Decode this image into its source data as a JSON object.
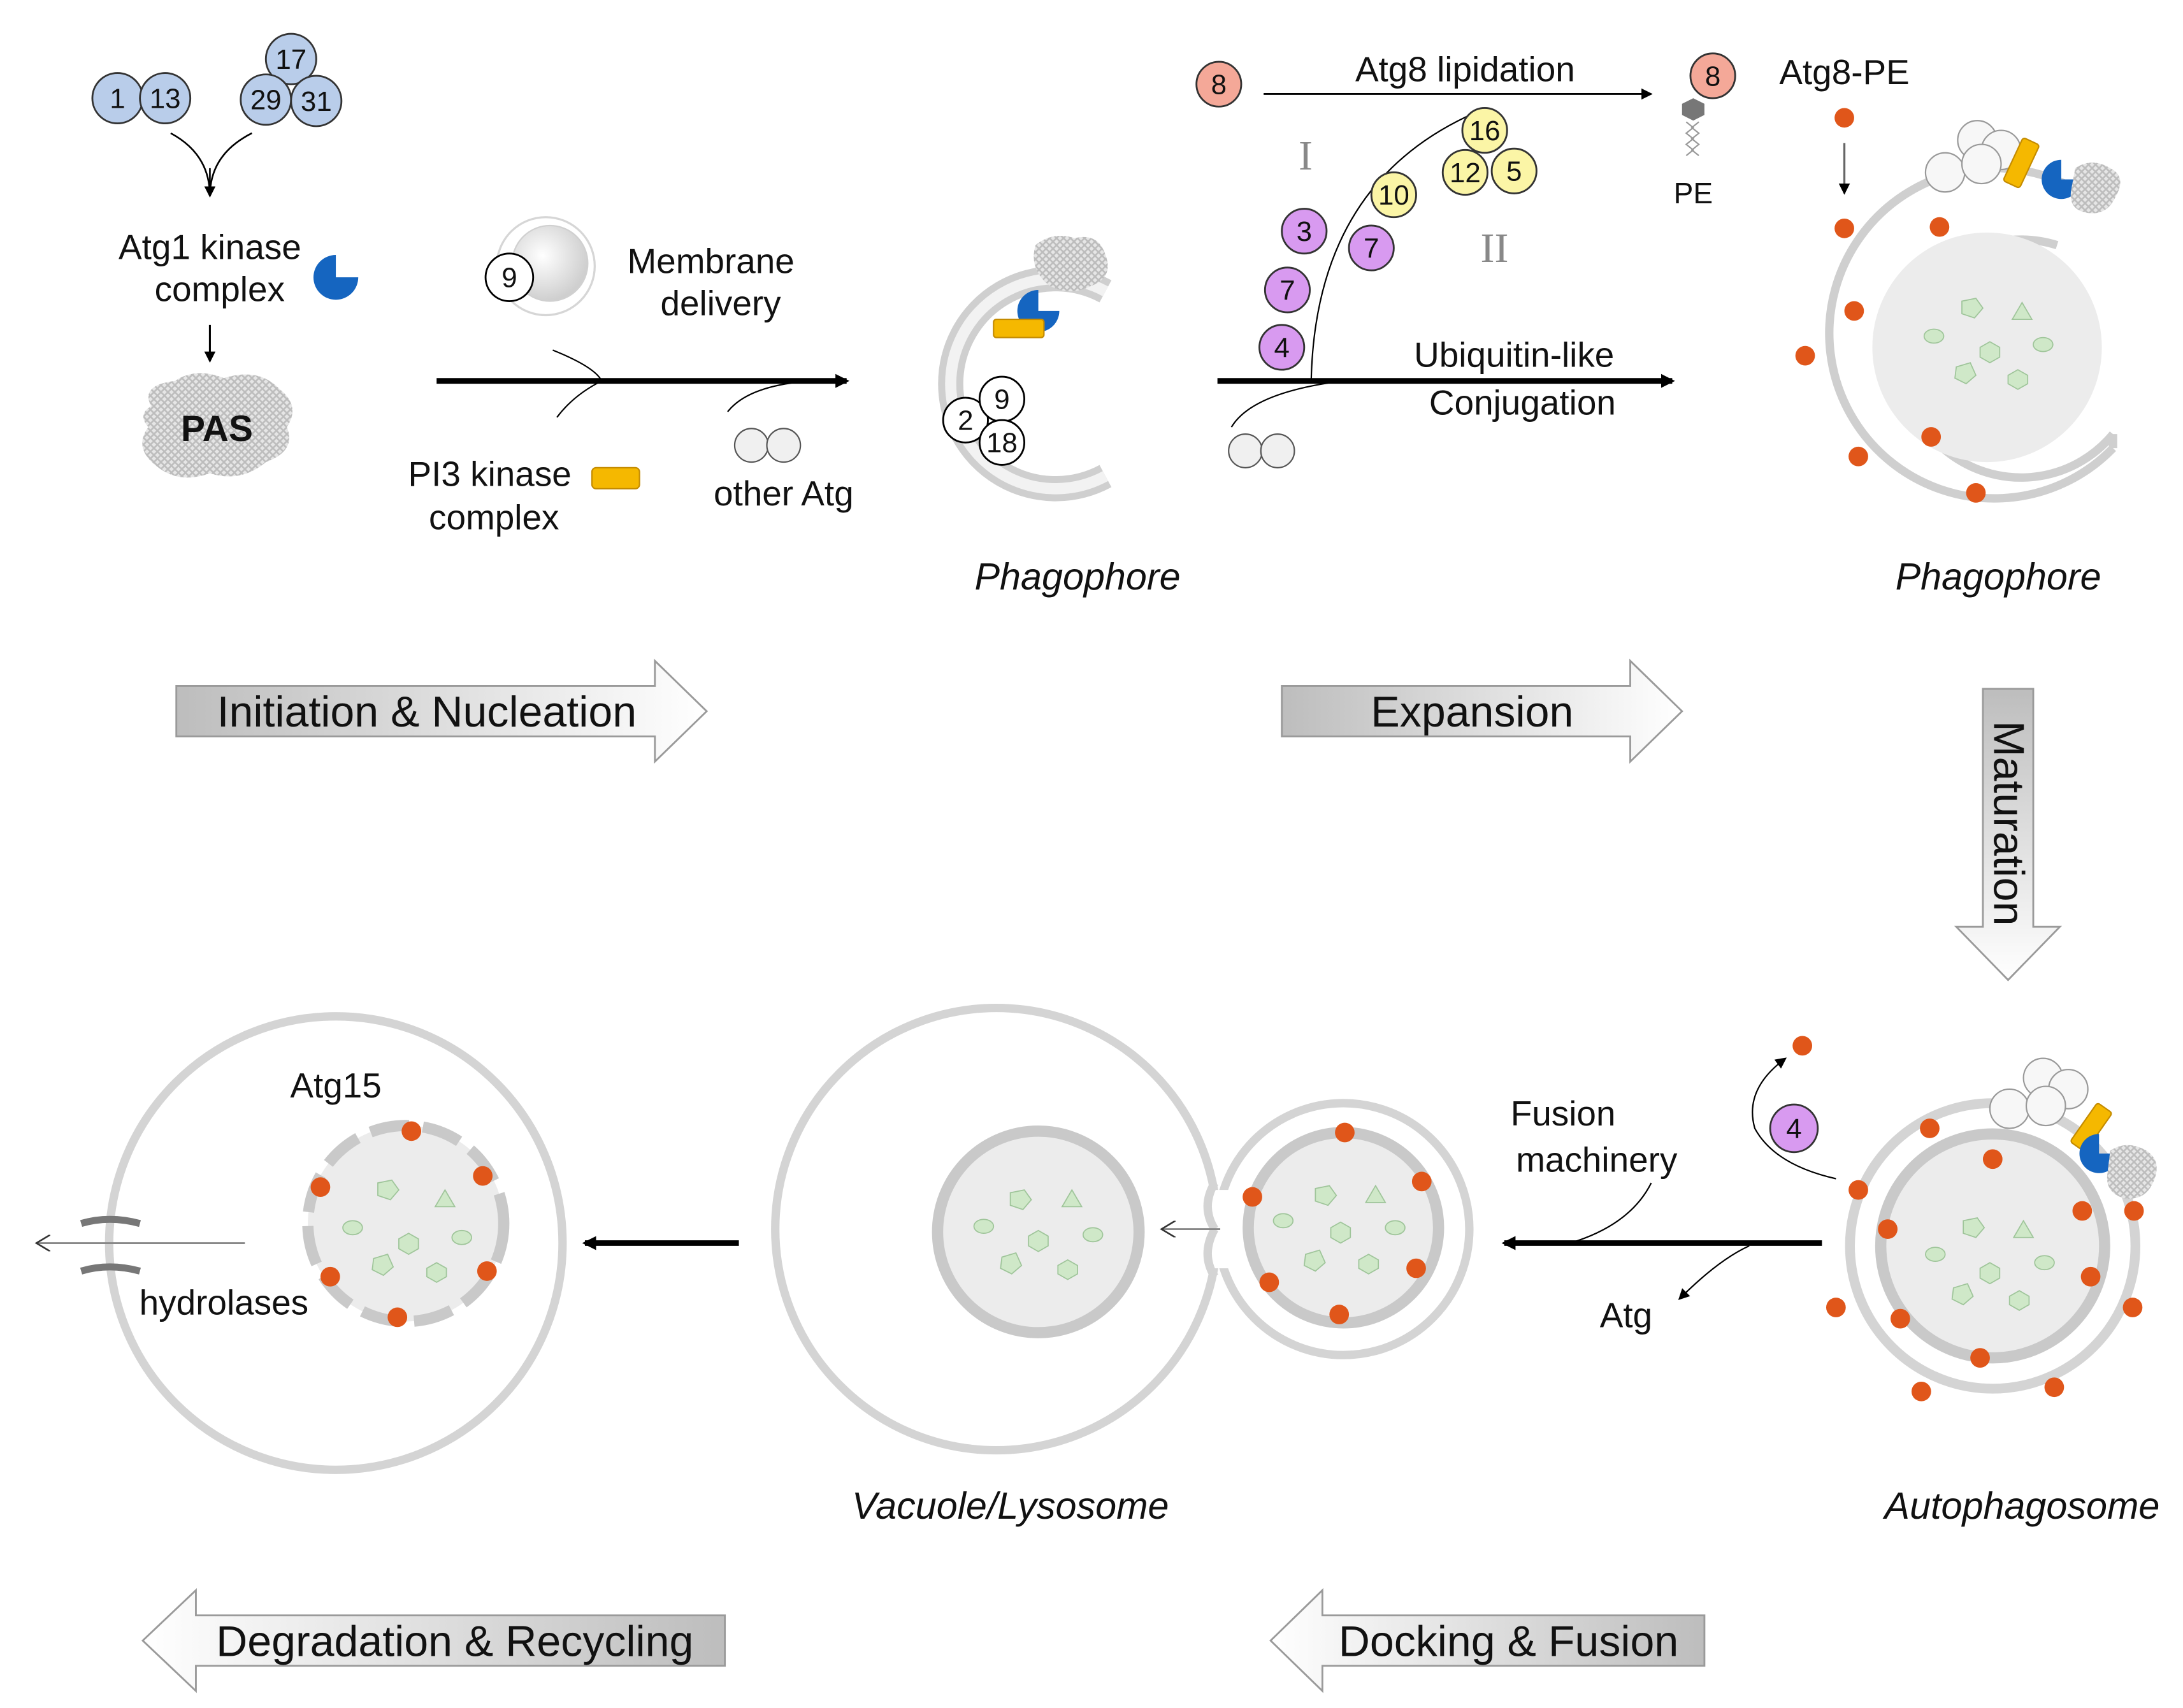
{
  "top_left": {
    "complex_subunits": [
      "1",
      "13",
      "17",
      "29",
      "31"
    ],
    "atg1_kinase_label": [
      "Atg1  kinase",
      "complex"
    ],
    "pas_label": "PAS",
    "pi3_label": [
      "PI3  kinase",
      "complex"
    ],
    "atg9_number": "9",
    "membrane_delivery_label": [
      "Membrane",
      "delivery"
    ],
    "other_atg_label": "other  Atg",
    "phagophore_numbers": [
      "2",
      "9",
      "18"
    ],
    "phagophore_label": "Phagophore"
  },
  "expansion": {
    "atg8_number": "8",
    "atg8_lipidation_label": "Atg8  lipidation",
    "atg8_pe_number": "8",
    "atg8_pe_label": "Atg8-PE",
    "pe_label": "PE",
    "roman_one": "I",
    "roman_two": "II",
    "purple_numbers": [
      "3",
      "7",
      "7",
      "4"
    ],
    "yellow_numbers": [
      "16",
      "10",
      "12",
      "5"
    ],
    "ubiquitin_label": [
      "Ubiquitin-like",
      "Conjugation"
    ],
    "phagophore_label": "Phagophore"
  },
  "stages": {
    "initiation": "Initiation & Nucleation",
    "expansion": "Expansion",
    "maturation": "Maturation",
    "docking": "Docking & Fusion",
    "degradation": "Degradation & Recycling"
  },
  "bottom": {
    "atg4_number": "4",
    "fusion_label": [
      "Fusion",
      "machinery"
    ],
    "atg_label": "Atg",
    "autophagosome_label": "Autophagosome",
    "vacuole_label": "Vacuole/Lysosome",
    "atg15_label": "Atg15",
    "hydrolases_label": "hydrolases"
  },
  "colors": {
    "blue_subunit": "#b9cdea",
    "kinase_blue": "#1565c0",
    "pi3_yellow": "#f5b800",
    "atg8_salmon": "#f4a898",
    "atg8_dot": "#e0561a",
    "purple": "#d89af0",
    "yellow": "#fbf5a6",
    "membrane_gray": "#cfcfcf",
    "cargo_green": "#cfe8c8"
  }
}
